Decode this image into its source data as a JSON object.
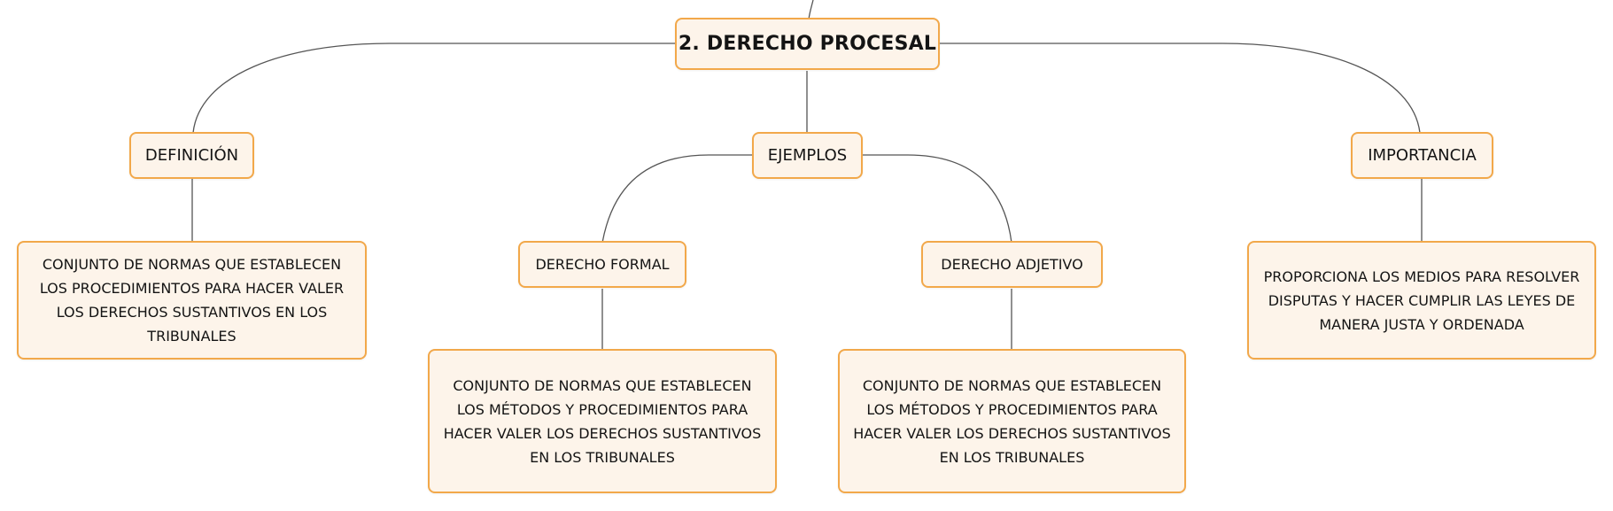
{
  "diagram": {
    "root": {
      "label": "2. DERECHO PROCESAL"
    },
    "branches": [
      {
        "label": "DEFINICIÓN",
        "children": [
          {
            "text": "CONJUNTO DE NORMAS QUE ESTABLECEN LOS PROCEDIMIENTOS PARA HACER VALER LOS DERECHOS SUSTANTIVOS EN LOS TRIBUNALES"
          }
        ]
      },
      {
        "label": "EJEMPLOS",
        "children": [
          {
            "label": "DERECHO FORMAL",
            "description": "CONJUNTO DE NORMAS QUE ESTABLECEN LOS MÉTODOS Y PROCEDIMIENTOS PARA HACER VALER LOS DERECHOS SUSTANTIVOS EN LOS TRIBUNALES"
          },
          {
            "label": "DERECHO ADJETIVO",
            "description": "CONJUNTO DE NORMAS QUE ESTABLECEN LOS MÉTODOS Y PROCEDIMIENTOS PARA HACER VALER LOS DERECHOS SUSTANTIVOS EN LOS TRIBUNALES"
          }
        ]
      },
      {
        "label": "IMPORTANCIA",
        "children": [
          {
            "text": "PROPORCIONA LOS MEDIOS PARA RESOLVER DISPUTAS Y HACER CUMPLIR LAS LEYES DE MANERA JUSTA Y ORDENADA"
          }
        ]
      }
    ]
  },
  "colors": {
    "node_fill": "#fdf4ea",
    "node_border": "#f2a84a",
    "connector": "#555555",
    "text": "#141414"
  }
}
